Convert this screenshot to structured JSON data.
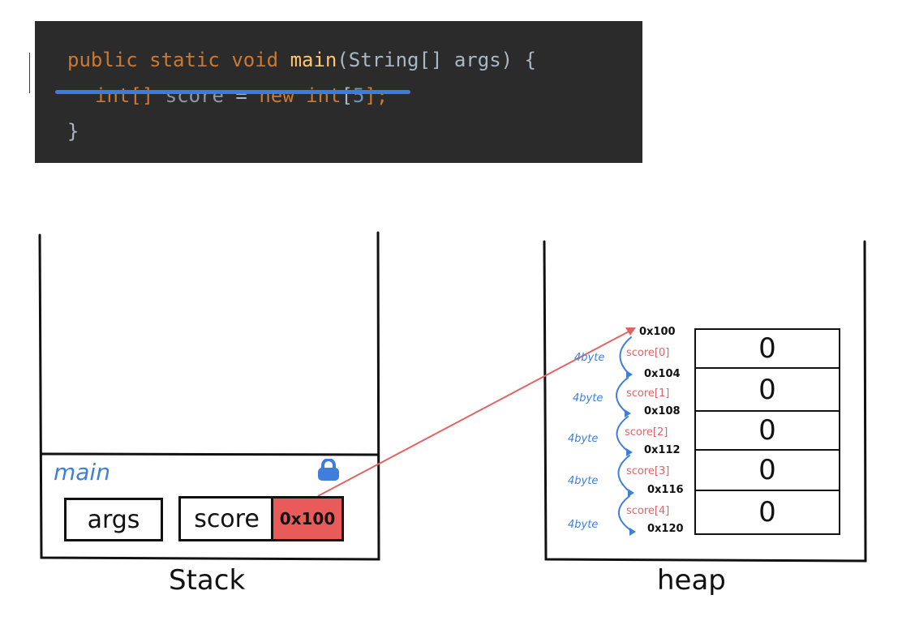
{
  "code": {
    "line1": {
      "kw1": "public",
      "kw2": "static",
      "kw3": "void",
      "fn": "main",
      "rest": "(String[] args) {"
    },
    "line2": {
      "type": "int[]",
      "name": "score",
      "eq": "=",
      "new": "new",
      "type2": "int",
      "open": "[",
      "size": "5",
      "close": "];"
    },
    "line3": "}"
  },
  "stack": {
    "caption": "Stack",
    "frame": {
      "title": "main",
      "lock_icon": "lock-icon",
      "args_label": "args",
      "score_label": "score",
      "score_value": "0x100"
    }
  },
  "heap": {
    "caption": "heap",
    "cells": [
      {
        "value": "0",
        "index_label": "score[0]",
        "size_label": "4byte"
      },
      {
        "value": "0",
        "index_label": "score[1]",
        "size_label": "4byte"
      },
      {
        "value": "0",
        "index_label": "score[2]",
        "size_label": "4byte"
      },
      {
        "value": "0",
        "index_label": "score[3]",
        "size_label": "4byte"
      },
      {
        "value": "0",
        "index_label": "score[4]",
        "size_label": "4byte"
      }
    ],
    "addresses": [
      "0x100",
      "0x104",
      "0x108",
      "0x112",
      "0x116",
      "0x120"
    ]
  },
  "colors": {
    "code_bg": "#2b2b2b",
    "keyword": "#cc7832",
    "function": "#ffc66d",
    "number": "#6897bb",
    "underline": "#3b7ce0",
    "pointer": "#e95b5b",
    "annotation_blue": "#3f7fd9",
    "index_red": "#e06464"
  }
}
